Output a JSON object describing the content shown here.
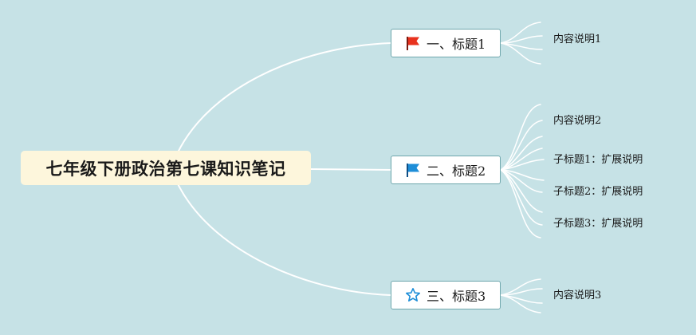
{
  "root": {
    "label": "七年级下册政治第七课知识笔记"
  },
  "branches": [
    {
      "label": "一、标题1",
      "icon": "red-flag-icon",
      "color": "#e8321e",
      "leaves": [
        "内容说明1"
      ]
    },
    {
      "label": "二、标题2",
      "icon": "blue-flag-icon",
      "color": "#1e8ed8",
      "leaves": [
        "内容说明2",
        "子标题1：扩展说明",
        "子标题2：扩展说明",
        "子标题3：扩展说明"
      ]
    },
    {
      "label": "三、标题3",
      "icon": "star-outline-icon",
      "color": "#1e8ed8",
      "leaves": [
        "内容说明3"
      ]
    }
  ],
  "colors": {
    "background": "#c6e2e6",
    "connector": "#ffffff",
    "root_fill": "#fdf6dc",
    "branch_border": "#6fa7ad"
  }
}
